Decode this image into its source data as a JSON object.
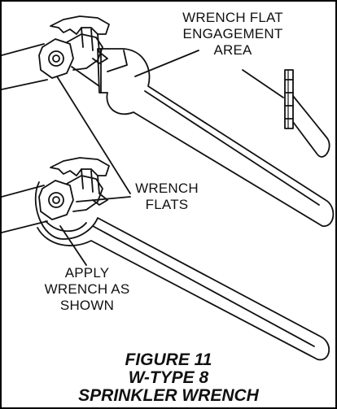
{
  "labels": {
    "engagement_area": [
      "WRENCH FLAT",
      "ENGAGEMENT",
      "AREA"
    ],
    "wrench_flats": [
      "WRENCH",
      "FLATS"
    ],
    "apply_wrench": [
      "APPLY",
      "WRENCH AS",
      "SHOWN"
    ]
  },
  "caption": [
    "FIGURE 11",
    "W-TYPE 8",
    "SPRINKLER WRENCH"
  ]
}
